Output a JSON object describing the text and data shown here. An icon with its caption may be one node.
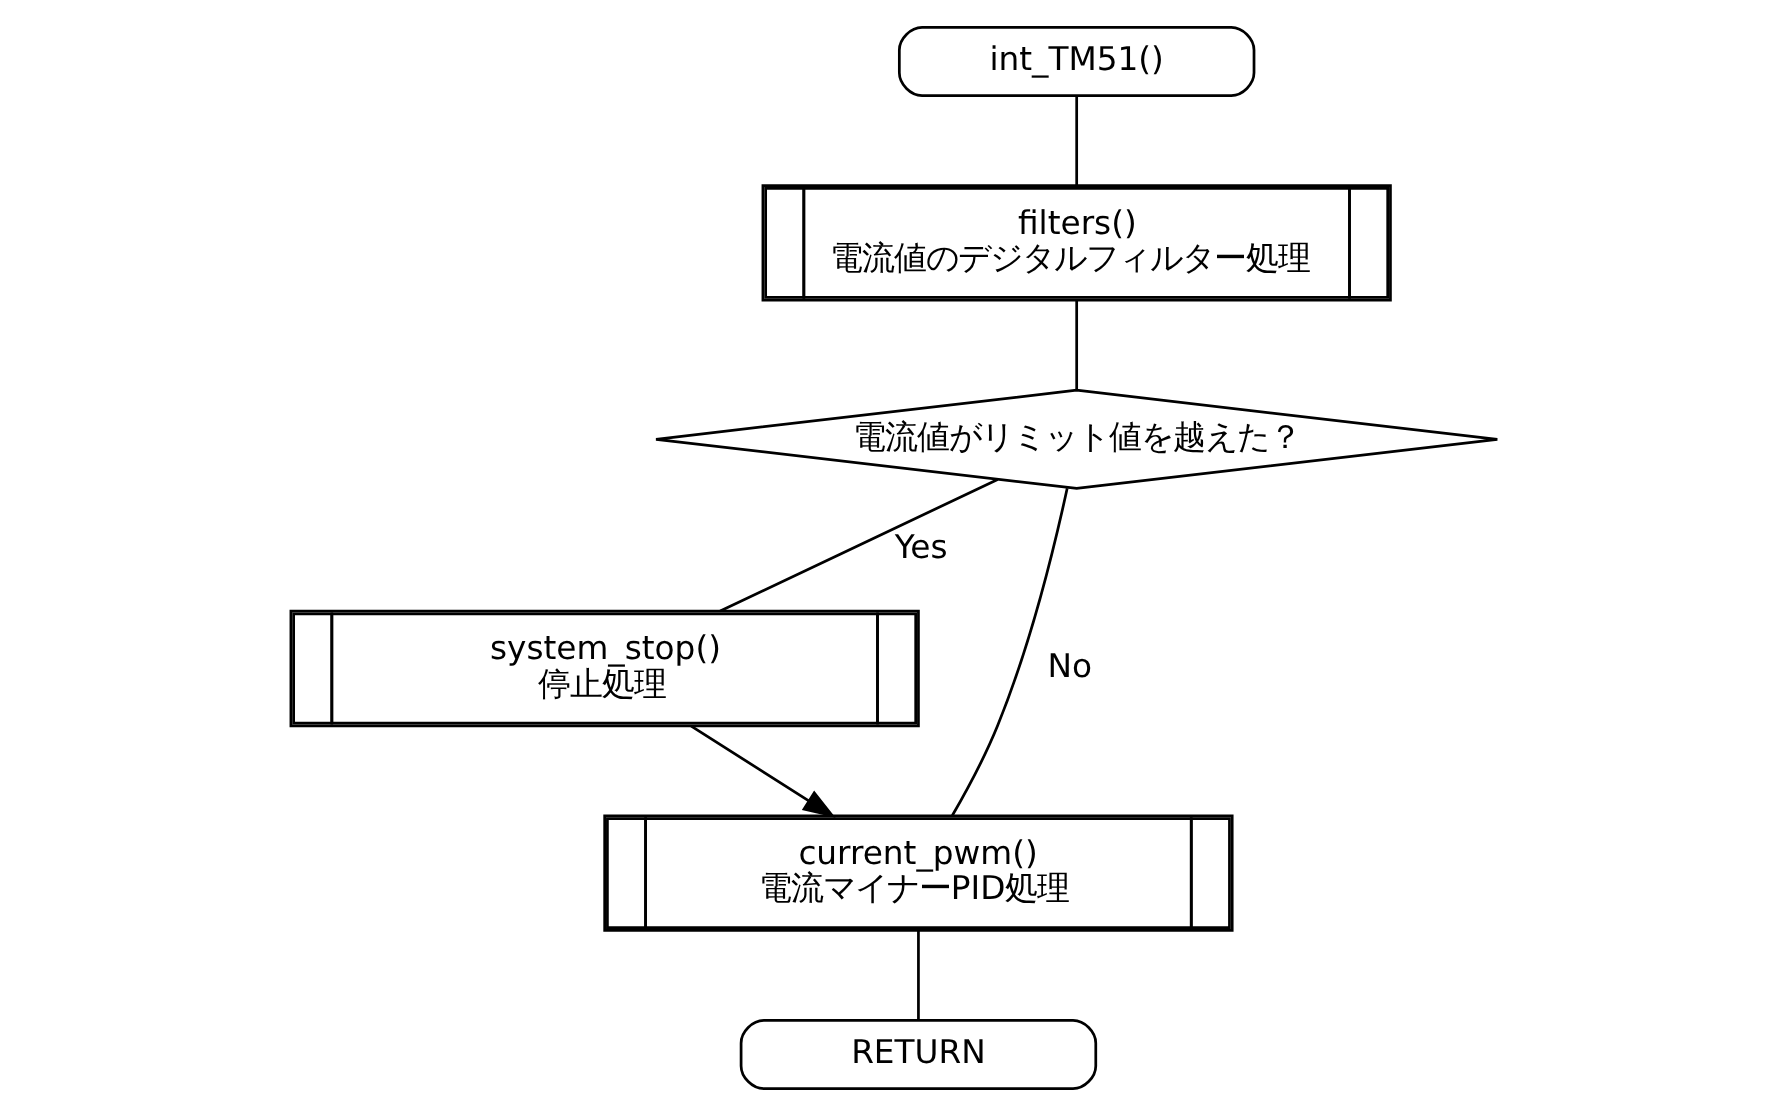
{
  "diagram": {
    "nodes": [
      {
        "text": [
          "int_TM51()"
        ]
      },
      {
        "text": [
          "filters()",
          "電流値のデジタルフィルター処理"
        ]
      },
      {
        "text": [
          "電流値がリミット値を越えた？"
        ]
      },
      {
        "text": [
          "system_stop()",
          "停止処理"
        ]
      },
      {
        "text": [
          "current_pwm()",
          "電流マイナーPID処理"
        ]
      },
      {
        "text": [
          "RETURN"
        ]
      }
    ],
    "edges": [
      {
        "from": 0,
        "to": 1,
        "arrow": "none"
      },
      {
        "from": 1,
        "to": 2,
        "arrow": "none"
      },
      {
        "from": 2,
        "to": 3,
        "arrow": "none",
        "label": "Yes"
      },
      {
        "from": 2,
        "to": 4,
        "arrow": "none",
        "label": "No"
      },
      {
        "from": 3,
        "to": 4,
        "arrow": "to"
      },
      {
        "from": 4,
        "to": 5,
        "arrow": "none"
      }
    ]
  }
}
